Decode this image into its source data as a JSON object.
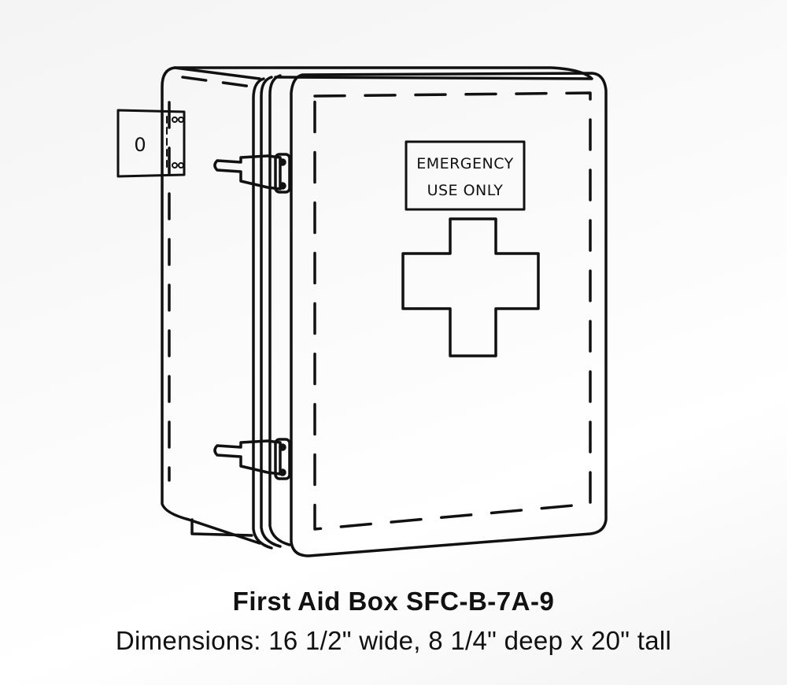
{
  "illustration": {
    "sign_line_1": "EMERGENCY",
    "sign_line_2": "USE ONLY",
    "hasp_mark": "0"
  },
  "caption": {
    "title": "First Aid Box SFC-B-7A-9",
    "dimensions": "Dimensions: 16 1/2\" wide, 8 1/4\" deep x 20\" tall"
  }
}
